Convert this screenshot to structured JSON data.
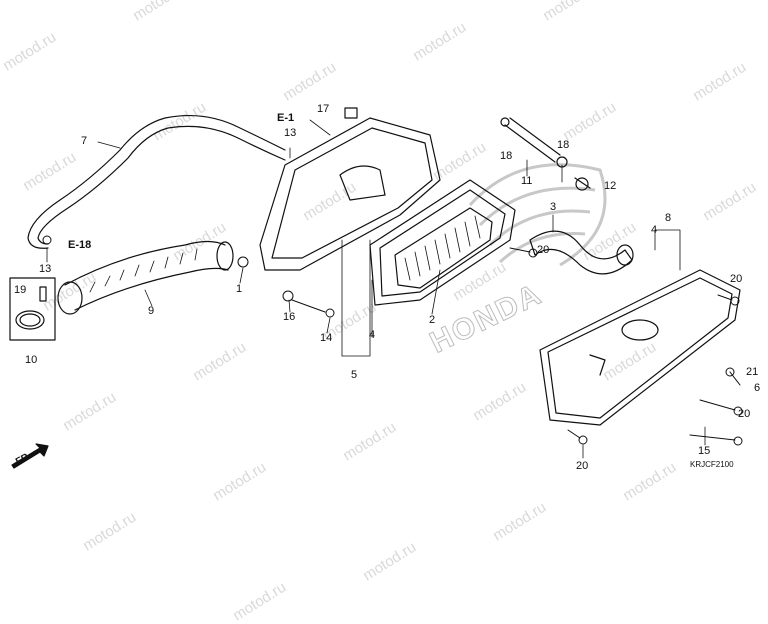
{
  "watermark_text": "motod.ru",
  "brand_text": "HONDA",
  "diagram_code": "KRJCF2100",
  "front_marker": "FR.",
  "refs": {
    "e1": "E-1",
    "e18": "E-18"
  },
  "callouts": {
    "c1": "1",
    "c2": "2",
    "c3": "3",
    "c4a": "4",
    "c4b": "4",
    "c5": "5",
    "c6": "6",
    "c7": "7",
    "c8": "8",
    "c9": "9",
    "c10": "10",
    "c11": "11",
    "c12": "12",
    "c13a": "13",
    "c13b": "13",
    "c14": "14",
    "c15": "15",
    "c16": "16",
    "c17": "17",
    "c18a": "18",
    "c18b": "18",
    "c19": "19",
    "c20a": "20",
    "c20b": "20",
    "c20c": "20",
    "c20d": "20",
    "c21": "21"
  },
  "colors": {
    "line": "#111111",
    "watermark": "#d9d9d9",
    "logo_outline": "#bdbdbd"
  }
}
